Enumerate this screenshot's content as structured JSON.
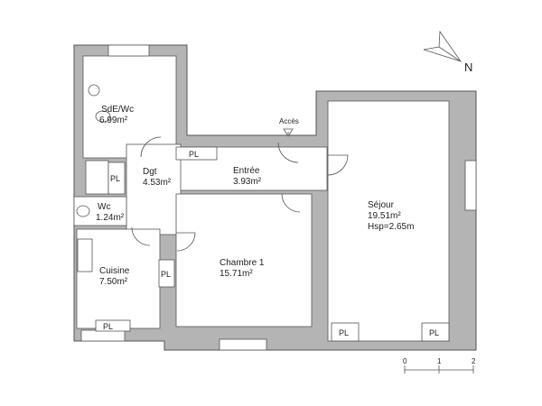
{
  "rooms": {
    "sde": {
      "name": "SdE/Wc",
      "area": "6.99m²"
    },
    "dgt": {
      "name": "Dgt",
      "area": "4.53m²"
    },
    "entree": {
      "name": "Entrée",
      "area": "3.93m²"
    },
    "wc": {
      "name": "Wc",
      "area": "1.24m²"
    },
    "cuisine": {
      "name": "Cuisine",
      "area": "7.50m²"
    },
    "chambre": {
      "name": "Chambre 1",
      "area": "15.71m²"
    },
    "sejour": {
      "name": "Séjour",
      "area": "19.51m²",
      "height": "Hsp=2.65m"
    }
  },
  "closet_label": "PL",
  "access_label": "Accès",
  "north_label": "N",
  "scale": {
    "ticks": [
      "0",
      "1",
      "2"
    ],
    "unit": "m"
  },
  "colors": {
    "wall": "#b4b4b4",
    "outline": "#555555"
  }
}
